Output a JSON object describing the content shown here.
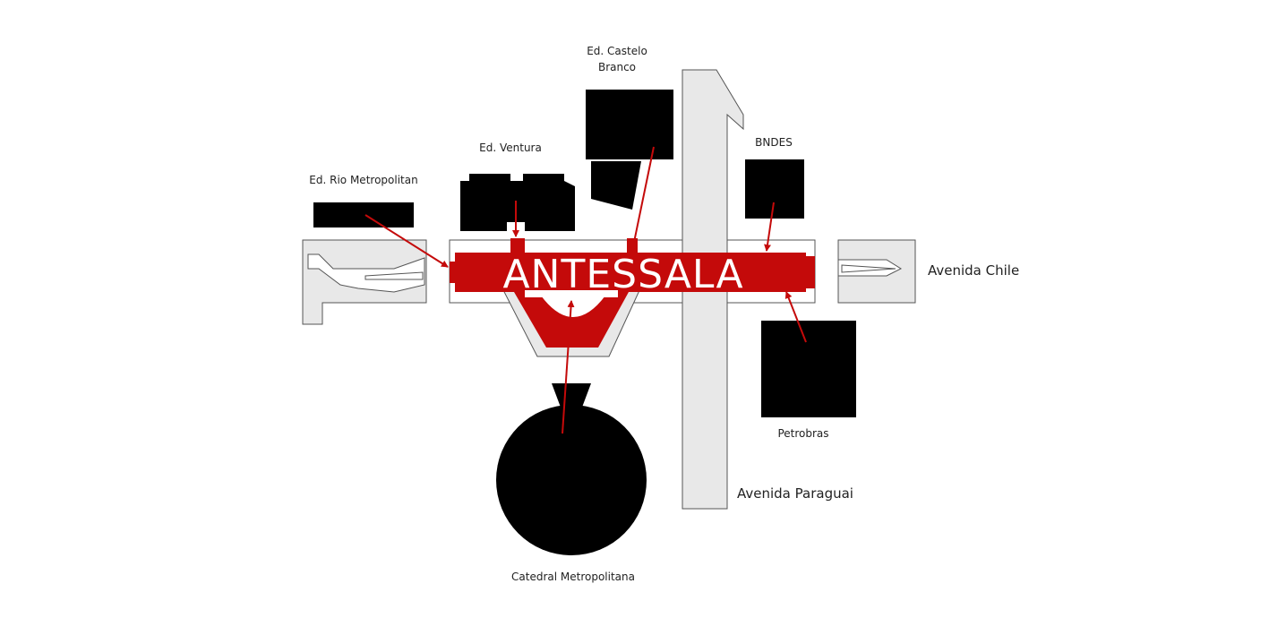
{
  "map": {
    "title": "ANTESSALA",
    "accent_color": "#c40a0a",
    "road_color": "#e8e8e8",
    "building_color": "#000000"
  },
  "streets": {
    "avenida_chile": "Avenida Chile",
    "avenida_paraguai": "Avenida Paraguai"
  },
  "buildings": {
    "castelo_branco_line1": "Ed. Castelo",
    "castelo_branco_line2": "Branco",
    "ventura": "Ed. Ventura",
    "rio_metropolitan": "Ed. Rio Metropolitan",
    "bndes": "BNDES",
    "petrobras": "Petrobras",
    "catedral": "Catedral Metropolitana"
  }
}
